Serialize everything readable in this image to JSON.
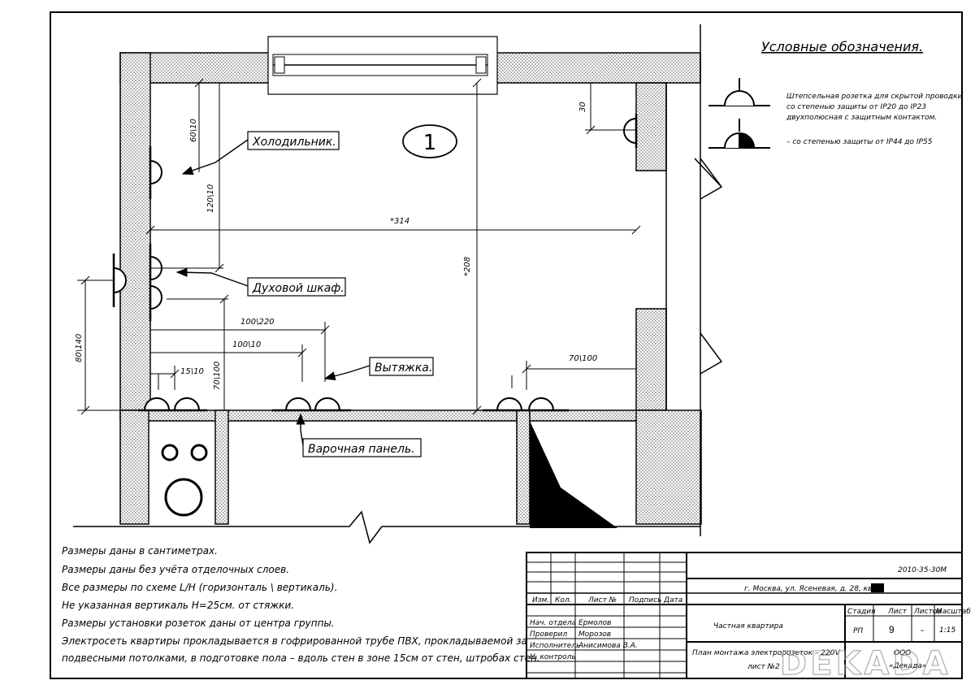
{
  "legend": {
    "title": "Условные обозначения.",
    "item1_line1": "Штепсельная розетка для скрытой проводки",
    "item1_line2": "со степенью защиты от IP20 до IP23",
    "item1_line3": "двухполюсная с защитным контактом.",
    "item2": "– со степенью защиты от IP44 до IP55"
  },
  "room": {
    "number": "1"
  },
  "labels": {
    "fridge": "Холодильник.",
    "oven": "Духовой шкаф.",
    "hood": "Вытяжка.",
    "hob": "Варочная панель."
  },
  "dims": {
    "d_60_10": "60\\10",
    "d_120_10": "120\\10",
    "d_30": "30",
    "d_314": "*314",
    "d_208": "*208",
    "d_80_140": "80\\140",
    "d_100_220": "100\\220",
    "d_100_10": "100\\10",
    "d_15_10": "15\\10",
    "d_70_100_v": "70\\100",
    "d_70_100_h": "70\\100"
  },
  "notes": [
    "Размеры даны в сантиметрах.",
    "Размеры даны без учёта отделочных слоев.",
    "Все размеры по схеме L/H (горизонталь \\ вертикаль).",
    "Не указанная вертикаль H=25см. от стяжки.",
    "Размеры установки розеток даны от центра группы.",
    "Электросеть квартиры прокладывается в гофрированной трубе ПВХ, прокладываемой за",
    "подвесными потолками, в подготовке пола – вдоль стен в зоне 15см от стен, штробах стен."
  ],
  "title_block": {
    "code": "2010-35-30М",
    "address": "г. Москва, ул. Ясеневая, д. 28, кв.",
    "col_izm": "Изм.",
    "col_kol": "Кол.",
    "col_list": "Лист №",
    "col_podp": "Подпись",
    "col_data": "Дата",
    "role1": "Нач. отдела",
    "name1": "Ермолов",
    "role2": "Проверил",
    "name2": "Морозов",
    "role3": "Исполнитель",
    "name3": "Анисимова В.А.",
    "role4": "Н. контроль",
    "object": "Частная квартира",
    "drawing_title1": "План монтажа электророзеток – 220V",
    "drawing_title2": "лист №2",
    "h_stage": "Стадия",
    "h_sheet": "Лист",
    "h_sheets": "Листов",
    "h_scale": "Масштаб",
    "stage": "РП",
    "sheet": "9",
    "sheets": "-",
    "scale": "1:15",
    "org1": "ООО",
    "org2": "«Декада»",
    "watermark": "DEKADA"
  }
}
